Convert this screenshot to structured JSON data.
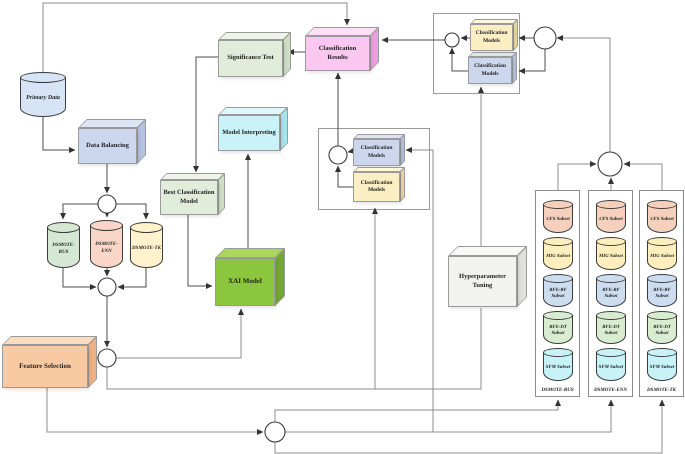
{
  "nodes": {
    "primary_data": "Primary Data",
    "data_balancing": "Data Balancing",
    "significance_test": "Significance Test",
    "classification_results": "Classification Results",
    "model_interpreting": "Model Interpreting",
    "best_classification_model": "Best Classification Model",
    "xai_model": "XAI Model",
    "hyperparameter_tuning": "Hyperparameter Tuning",
    "feature_selection": "Feature Selection",
    "classification_models": "Classification Models"
  },
  "balanced_datasets": [
    {
      "label": "DSMOTE-RUS",
      "color": "#d5e8d4"
    },
    {
      "label": "DSMOTE-ENN",
      "color": "#f9d6c7"
    },
    {
      "label": "DSMOTE-TK",
      "color": "#fff2cc"
    }
  ],
  "feature_subsets": [
    {
      "label": "CFS Subset",
      "color": "#f5d0bd"
    },
    {
      "label": "MIG Subset",
      "color": "#fdeebd"
    },
    {
      "label": "RFE-RF Subset",
      "color": "#cdddf0"
    },
    {
      "label": "RFE-DT Subset",
      "color": "#d8ecd0"
    },
    {
      "label": "SFM Subset",
      "color": "#c7f2f7"
    }
  ],
  "subset_panels": [
    {
      "label": "DSMOTE-RUS"
    },
    {
      "label": "DSMOTE-ENN"
    },
    {
      "label": "DSMOTE-TK"
    }
  ],
  "colors": {
    "primary_data": "#d6e4f5",
    "data_balancing": "#ccd6ed",
    "significance_test": "#e2ecdb",
    "classification_results": "#f9c7ef",
    "model_interpreting": "#c9f3f8",
    "best_classification_model": "#e2ecdb",
    "xai_model": "#8cc63e",
    "hyperparameter_tuning": "#f2f2f0",
    "feature_selection": "#f9c9a2",
    "classification_models_yellow": "#faeec2",
    "classification_models_blue": "#ccd6ed",
    "connector_dark": "#4d4d4d",
    "connector_light": "#8c8c8c"
  }
}
